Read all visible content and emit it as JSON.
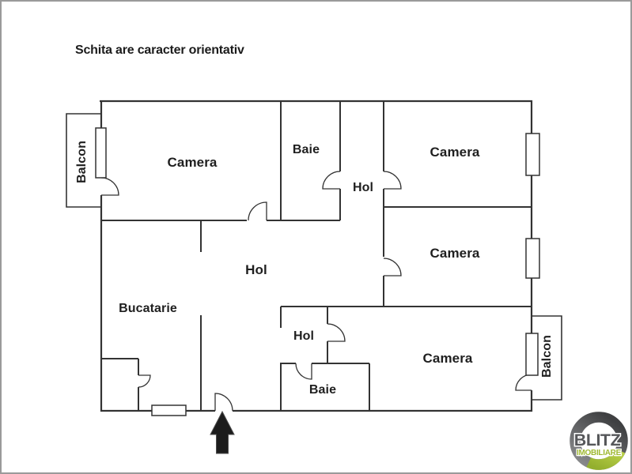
{
  "title": "Schita are caracter orientativ",
  "plan": {
    "rooms": [
      {
        "id": "camera-top-left",
        "label": "Camera"
      },
      {
        "id": "baie-top",
        "label": "Baie"
      },
      {
        "id": "hol-top",
        "label": "Hol"
      },
      {
        "id": "camera-top-right",
        "label": "Camera"
      },
      {
        "id": "camera-middle-right",
        "label": "Camera"
      },
      {
        "id": "hol-central",
        "label": "Hol"
      },
      {
        "id": "bucatarie",
        "label": "Bucatarie"
      },
      {
        "id": "hol-small",
        "label": "Hol"
      },
      {
        "id": "baie-bottom",
        "label": "Baie"
      },
      {
        "id": "camera-bottom-right",
        "label": "Camera"
      },
      {
        "id": "balcon-left",
        "label": "Balcon"
      },
      {
        "id": "balcon-right",
        "label": "Balcon"
      }
    ],
    "entrance_marker": "up-arrow"
  },
  "logo": {
    "brand": "BLITZ",
    "tagline": "IMOBILIARE",
    "ring_gray": "#5a5b5d",
    "ring_green": "#a9c438",
    "text_gray": "#56575a",
    "text_green": "#9fb932"
  },
  "colors": {
    "wall": "#333333",
    "frame_border": "#9a9a9a",
    "label_text": "#1f1f1f",
    "background": "#ffffff"
  }
}
